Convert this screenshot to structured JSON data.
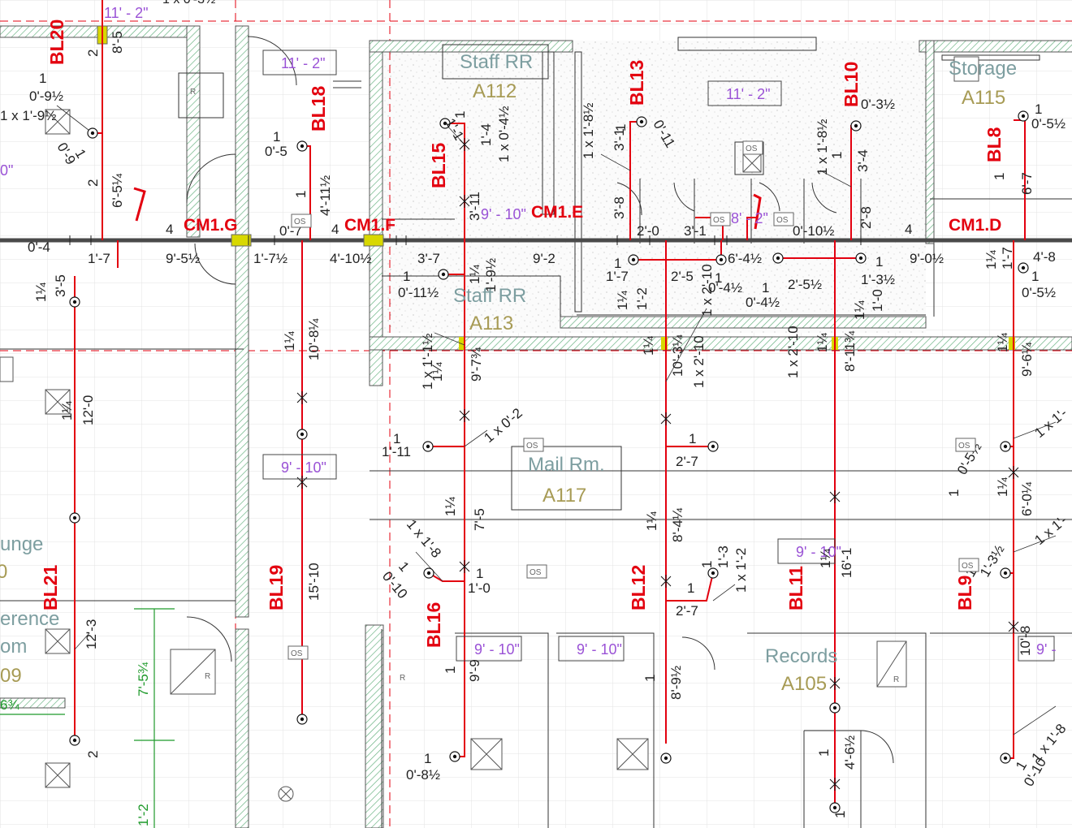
{
  "drawing": {
    "colors": {
      "branch": "#e3000f",
      "main_pipe": "#4a4a4a",
      "wall_hatch": "#5fae7a",
      "room_name": "#7d9ea0",
      "room_number": "#a79b55",
      "ceiling_tag": "#9a52d6",
      "dimension_green": "#1f9a2b",
      "coupling": "#d8d800"
    },
    "branch_labels": [
      {
        "id": "BL20",
        "text": "BL20"
      },
      {
        "id": "BL18",
        "text": "BL18"
      },
      {
        "id": "BL15",
        "text": "BL15"
      },
      {
        "id": "BL13",
        "text": "BL13"
      },
      {
        "id": "BL10",
        "text": "BL10"
      },
      {
        "id": "BL8",
        "text": "BL8"
      },
      {
        "id": "BL21",
        "text": "BL21"
      },
      {
        "id": "BL19",
        "text": "BL19"
      },
      {
        "id": "BL16",
        "text": "BL16"
      },
      {
        "id": "BL12",
        "text": "BL12"
      },
      {
        "id": "BL11",
        "text": "BL11"
      },
      {
        "id": "BL9",
        "text": "BL9"
      }
    ],
    "main_labels": [
      {
        "id": "cm1g",
        "text": "CM1.G"
      },
      {
        "id": "cm1f",
        "text": "CM1.F"
      },
      {
        "id": "cm1e",
        "text": "CM1.E"
      },
      {
        "id": "cm1d",
        "text": "CM1.D"
      }
    ],
    "rooms": [
      {
        "id": "staff-rr-a112",
        "name": "Staff RR",
        "number": "A112"
      },
      {
        "id": "storage-a115",
        "name": "Storage",
        "number": "A115"
      },
      {
        "id": "staff-rr-a113",
        "name": "Staff RR",
        "number": "A113"
      },
      {
        "id": "mail-rm-a117",
        "name": "Mail Rm.",
        "number": "A117"
      },
      {
        "id": "records-a105",
        "name": "Records",
        "number": "A105"
      },
      {
        "id": "lounge",
        "name": "unge",
        "number": "0"
      },
      {
        "id": "conference",
        "name": "erence",
        "name2": "om",
        "number": "09"
      }
    ],
    "ceiling_tags": [
      {
        "id": "c1",
        "text": "11' - 2\""
      },
      {
        "id": "c2",
        "text": "11' - 2\""
      },
      {
        "id": "c3",
        "text": "9' - 10\""
      },
      {
        "id": "c4",
        "text": "11' - 2\""
      },
      {
        "id": "c5",
        "text": "9' - 10\""
      },
      {
        "id": "c6",
        "text": "8' - 2\""
      },
      {
        "id": "c7",
        "text": "9' - 10\""
      },
      {
        "id": "c8",
        "text": "9' - 10\""
      },
      {
        "id": "c9",
        "text": "9' - 10\""
      },
      {
        "id": "c10",
        "text": "9' - 10\""
      },
      {
        "id": "c11",
        "text": "9' -"
      },
      {
        "id": "c12",
        "text": "0\""
      },
      {
        "id": "c13",
        "text": "11' - 2\""
      }
    ],
    "dimensions": [
      {
        "id": "d1",
        "text": "2"
      },
      {
        "id": "d2",
        "text": "8'-5"
      },
      {
        "id": "d3",
        "text": "1"
      },
      {
        "id": "d4",
        "text": "0'-9½"
      },
      {
        "id": "d5",
        "text": "1 x 1'-9½"
      },
      {
        "id": "d6",
        "text": "0'-9"
      },
      {
        "id": "d7",
        "text": "1"
      },
      {
        "id": "d8",
        "text": "6'-5¼"
      },
      {
        "id": "d9",
        "text": "2"
      },
      {
        "id": "d10",
        "text": "1"
      },
      {
        "id": "d11",
        "text": "0'-5"
      },
      {
        "id": "d12",
        "text": "4'-11½"
      },
      {
        "id": "d13",
        "text": "1"
      },
      {
        "id": "d14",
        "text": "0'-7"
      },
      {
        "id": "d15",
        "text": "4"
      },
      {
        "id": "d16",
        "text": "4"
      },
      {
        "id": "d17",
        "text": "0'-4"
      },
      {
        "id": "d18",
        "text": "1'-7"
      },
      {
        "id": "d19",
        "text": "9'-5½"
      },
      {
        "id": "d20",
        "text": "1'-7½"
      },
      {
        "id": "d21",
        "text": "4'-10½"
      },
      {
        "id": "d22",
        "text": "3'-7"
      },
      {
        "id": "d23",
        "text": "9'-2"
      },
      {
        "id": "d24",
        "text": "1'-4"
      },
      {
        "id": "d25",
        "text": "1 x 0'-4½"
      },
      {
        "id": "d26",
        "text": "1'-1"
      },
      {
        "id": "d27",
        "text": "1"
      },
      {
        "id": "d28",
        "text": "3'-11"
      },
      {
        "id": "d29",
        "text": "1"
      },
      {
        "id": "d30",
        "text": "0'-11½"
      },
      {
        "id": "d31",
        "text": "1¼"
      },
      {
        "id": "d32",
        "text": "1'-9½"
      },
      {
        "id": "d33",
        "text": "1 x 1'-8½"
      },
      {
        "id": "d34",
        "text": "3'-1"
      },
      {
        "id": "d35",
        "text": "1"
      },
      {
        "id": "d36",
        "text": "0'-11"
      },
      {
        "id": "d37",
        "text": "3'-8"
      },
      {
        "id": "d38",
        "text": "2'-0"
      },
      {
        "id": "d39",
        "text": "3'-1"
      },
      {
        "id": "d40",
        "text": "1"
      },
      {
        "id": "d41",
        "text": "1'-7"
      },
      {
        "id": "d42",
        "text": "2'-5"
      },
      {
        "id": "d43",
        "text": "6'-4½"
      },
      {
        "id": "d44",
        "text": "1"
      },
      {
        "id": "d45",
        "text": "0'-4½"
      },
      {
        "id": "d46",
        "text": "1"
      },
      {
        "id": "d47",
        "text": "0'-4½"
      },
      {
        "id": "d48",
        "text": "2'-5½"
      },
      {
        "id": "d49",
        "text": "1¼"
      },
      {
        "id": "d50",
        "text": "1'-2"
      },
      {
        "id": "d51",
        "text": "1 x 2'-10"
      },
      {
        "id": "d52",
        "text": "1 x 1'-8½"
      },
      {
        "id": "d53",
        "text": "1"
      },
      {
        "id": "d54",
        "text": "0'-3½"
      },
      {
        "id": "d55",
        "text": "3'-4"
      },
      {
        "id": "d56",
        "text": "2'-8"
      },
      {
        "id": "d57",
        "text": "0'-10½"
      },
      {
        "id": "d58",
        "text": "4"
      },
      {
        "id": "d59",
        "text": "9'-0½"
      },
      {
        "id": "d60",
        "text": "1"
      },
      {
        "id": "d61",
        "text": "1'-3½"
      },
      {
        "id": "d62",
        "text": "1¼"
      },
      {
        "id": "d63",
        "text": "1'-0"
      },
      {
        "id": "d64",
        "text": "1"
      },
      {
        "id": "d65",
        "text": "0'-5½"
      },
      {
        "id": "d66",
        "text": "6'-7"
      },
      {
        "id": "d67",
        "text": "1"
      },
      {
        "id": "d68",
        "text": "1¼"
      },
      {
        "id": "d69",
        "text": "1'-7"
      },
      {
        "id": "d70",
        "text": "4'-8"
      },
      {
        "id": "d71",
        "text": "1"
      },
      {
        "id": "d72",
        "text": "0'-5½"
      },
      {
        "id": "d73",
        "text": "1¼"
      },
      {
        "id": "d74",
        "text": "3'-5"
      },
      {
        "id": "d75",
        "text": "1¼"
      },
      {
        "id": "d76",
        "text": "12'-0"
      },
      {
        "id": "d77",
        "text": "1¼"
      },
      {
        "id": "d78",
        "text": "10'-8¼"
      },
      {
        "id": "d79",
        "text": "1 x 1'-1½"
      },
      {
        "id": "d80",
        "text": "1¼"
      },
      {
        "id": "d81",
        "text": "9'-7¾"
      },
      {
        "id": "d82",
        "text": "1¼"
      },
      {
        "id": "d83",
        "text": "10'-3¼"
      },
      {
        "id": "d84",
        "text": "1 x 2'-10"
      },
      {
        "id": "d85",
        "text": "1 x 2'-10"
      },
      {
        "id": "d86",
        "text": "1¼"
      },
      {
        "id": "d87",
        "text": "8'-11¾"
      },
      {
        "id": "d88",
        "text": "1¼"
      },
      {
        "id": "d89",
        "text": "9'-6¼"
      },
      {
        "id": "d90",
        "text": "1"
      },
      {
        "id": "d91",
        "text": "1'-11"
      },
      {
        "id": "d92",
        "text": "1 x 0'-2"
      },
      {
        "id": "d93",
        "text": "1"
      },
      {
        "id": "d94",
        "text": "2'-7"
      },
      {
        "id": "d95",
        "text": "1 x 1'-"
      },
      {
        "id": "d96",
        "text": "1"
      },
      {
        "id": "d97",
        "text": "0'-5½"
      },
      {
        "id": "d98",
        "text": "1¼"
      },
      {
        "id": "d99",
        "text": "6'-0¼"
      },
      {
        "id": "d100",
        "text": "1 x 1'-8"
      },
      {
        "id": "d101",
        "text": "1"
      },
      {
        "id": "d102",
        "text": "0'-10"
      },
      {
        "id": "d103",
        "text": "1¼"
      },
      {
        "id": "d104",
        "text": "7'-5"
      },
      {
        "id": "d105",
        "text": "1"
      },
      {
        "id": "d106",
        "text": "1'-0"
      },
      {
        "id": "d107",
        "text": "1¼"
      },
      {
        "id": "d108",
        "text": "8'-4¼"
      },
      {
        "id": "d109",
        "text": "1"
      },
      {
        "id": "d110",
        "text": "1'-3"
      },
      {
        "id": "d111",
        "text": "1 x 1'-2"
      },
      {
        "id": "d112",
        "text": "1"
      },
      {
        "id": "d113",
        "text": "2'-7"
      },
      {
        "id": "d114",
        "text": "1¼"
      },
      {
        "id": "d115",
        "text": "16'-1"
      },
      {
        "id": "d116",
        "text": "1"
      },
      {
        "id": "d117",
        "text": "1'-3½"
      },
      {
        "id": "d118",
        "text": "1 x 1'-"
      },
      {
        "id": "d119",
        "text": "12'-3"
      },
      {
        "id": "d120",
        "text": "15'-10"
      },
      {
        "id": "d121",
        "text": "9'-9"
      },
      {
        "id": "d122",
        "text": "1"
      },
      {
        "id": "d123",
        "text": "1"
      },
      {
        "id": "d124",
        "text": "0'-8½"
      },
      {
        "id": "d125",
        "text": "1"
      },
      {
        "id": "d126",
        "text": "8'-9½"
      },
      {
        "id": "d127",
        "text": "1"
      },
      {
        "id": "d128",
        "text": "4'-6½"
      },
      {
        "id": "d129",
        "text": "10'-8"
      },
      {
        "id": "d130",
        "text": "1"
      },
      {
        "id": "d131",
        "text": "1 x 1'-8"
      },
      {
        "id": "d132",
        "text": "0'-10"
      },
      {
        "id": "d133",
        "text": "2"
      },
      {
        "id": "d134",
        "text": "1"
      },
      {
        "id": "d135",
        "text": "1"
      }
    ],
    "green_dims": [
      {
        "id": "g1",
        "text": "7'-5¾"
      },
      {
        "id": "g2",
        "text": "6¾"
      },
      {
        "id": "g3",
        "text": "1'-2"
      }
    ],
    "symbols": {
      "occupancy": "OS",
      "return": "R"
    },
    "fragment_top": "1 x 0'-3½"
  }
}
